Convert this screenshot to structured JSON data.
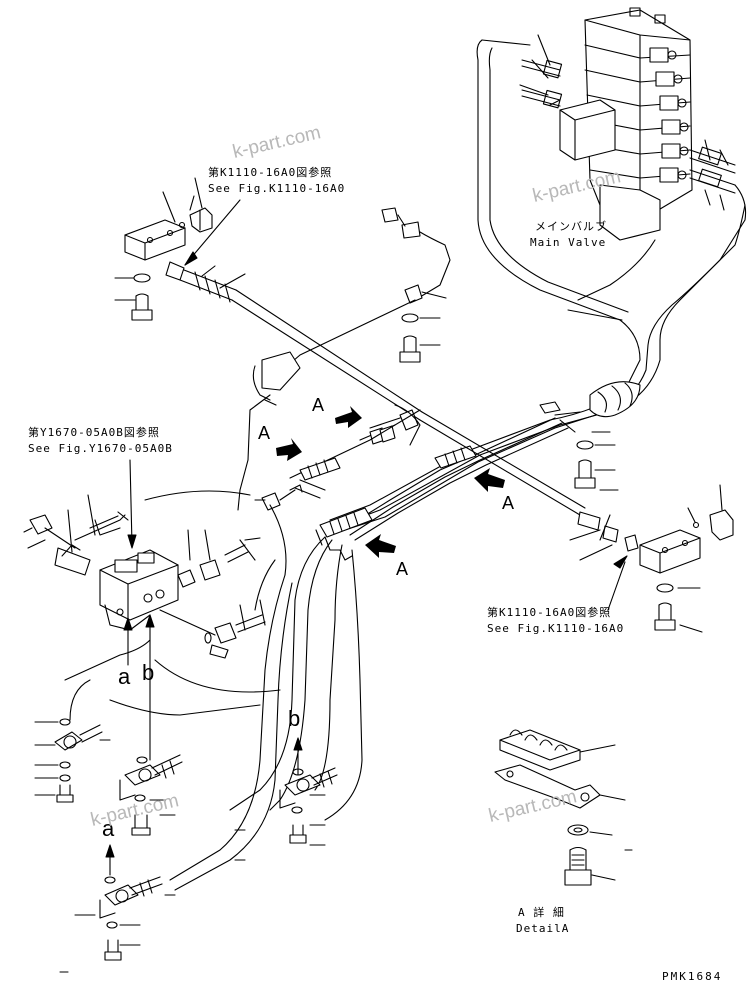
{
  "references": {
    "k1110_top_jp": "第K1110-16A0図参照",
    "k1110_top_en": "See Fig.K1110-16A0",
    "y1670_jp": "第Y1670-05A0B図参照",
    "y1670_en": "See Fig.Y1670-05A0B",
    "k1110_right_jp": "第K1110-16A0図参照",
    "k1110_right_en": "See Fig.K1110-16A0"
  },
  "main_valve": {
    "jp": "メインバルブ",
    "en": "Main Valve"
  },
  "detail": {
    "jp": "A 詳 細",
    "en": "DetailA"
  },
  "views": {
    "a1": "A",
    "a2": "A",
    "a3": "A",
    "a4": "A"
  },
  "connections": {
    "a_upper": "a",
    "b_upper": "b",
    "b_lower": "b",
    "a_lower": "a"
  },
  "watermarks": [
    "k-part.com",
    "k-part.com",
    "k-part.com",
    "k-part.com"
  ],
  "drawing_code": "PMK1684",
  "colors": {
    "line": "#000000",
    "watermark": "#b8b8b8",
    "arrow_fill": "#000000"
  }
}
